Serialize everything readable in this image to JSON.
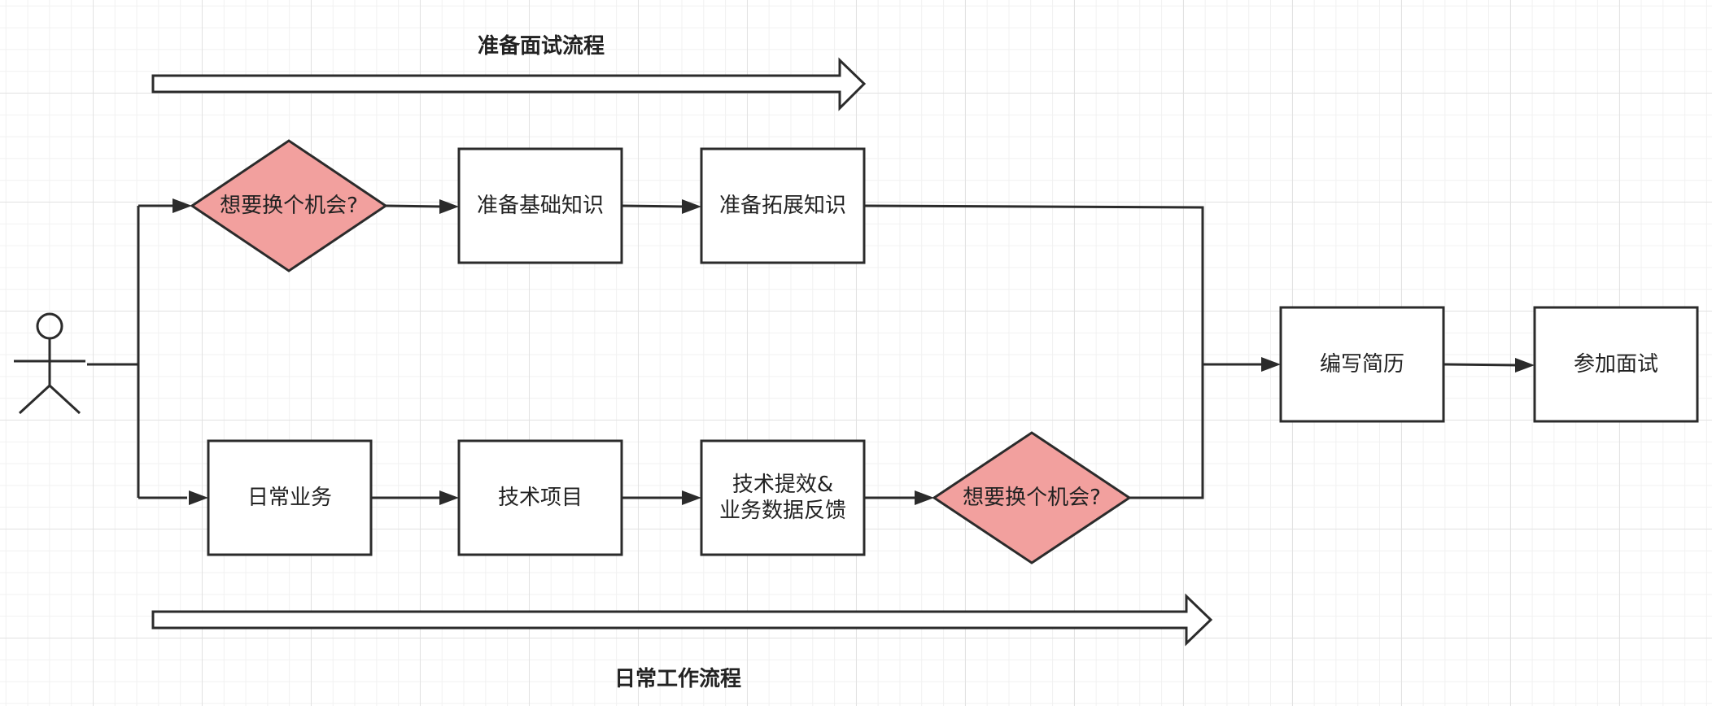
{
  "flow_titles": {
    "top": "准备面试流程",
    "bottom": "日常工作流程"
  },
  "nodes": {
    "decision_top": "想要换个机会?",
    "prepare_basic": "准备基础知识",
    "prepare_extended": "准备拓展知识",
    "daily_business": "日常业务",
    "tech_project": "技术项目",
    "tech_efficiency": "技术提效&\n业务数据反馈",
    "decision_bottom": "想要换个机会?",
    "write_resume": "编写简历",
    "attend_interview": "参加面试"
  },
  "colors": {
    "decision_fill": "#f2a09e",
    "stroke": "#2b2b2b",
    "text": "#222222"
  },
  "icons": {
    "actor": "stick-figure-icon"
  }
}
